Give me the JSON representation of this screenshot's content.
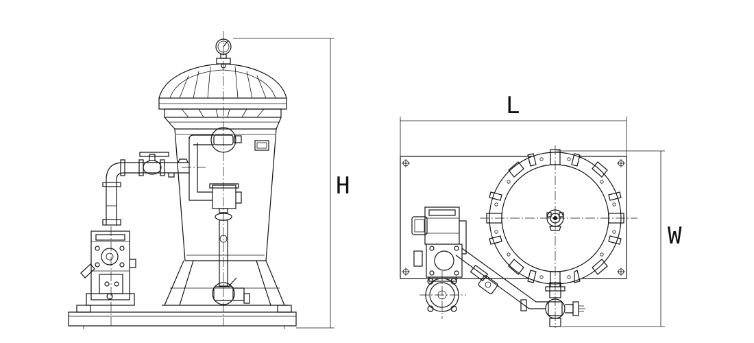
{
  "dimensions": {
    "height_label": "H",
    "length_label": "L",
    "width_label": "W"
  },
  "views": {
    "front_view": "side-elevation-of-filter-unit",
    "plan_view": "top-view-of-filter-unit"
  },
  "colors": {
    "line": "#111111",
    "background": "#ffffff"
  }
}
